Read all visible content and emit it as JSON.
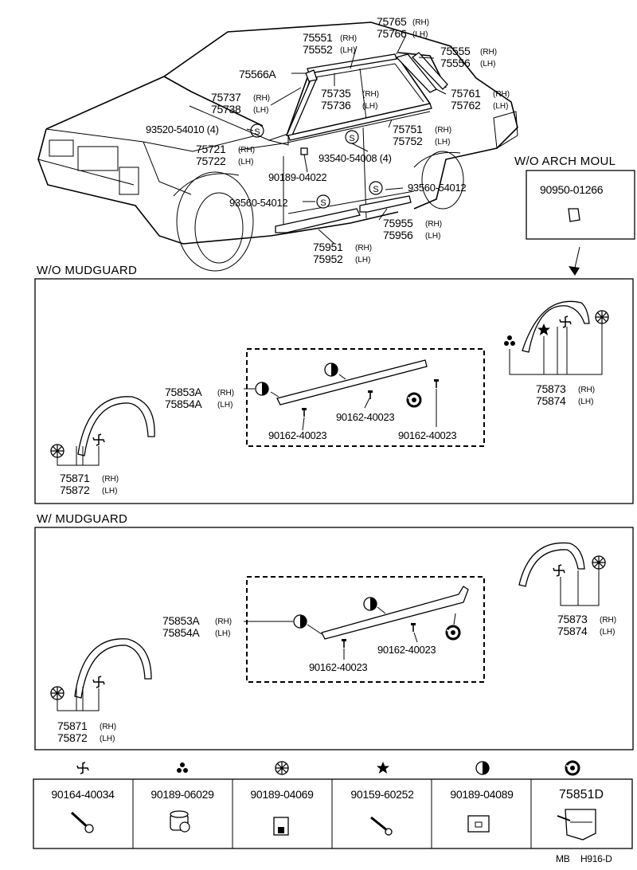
{
  "top": {
    "callouts": [
      {
        "no": "75765",
        "side": "(RH)"
      },
      {
        "no": "75766",
        "side": "(LH)"
      },
      {
        "no": "75551",
        "side": "(RH)"
      },
      {
        "no": "75552",
        "side": "(LH)"
      },
      {
        "no": "75555",
        "side": "(RH)"
      },
      {
        "no": "75556",
        "side": "(LH)"
      },
      {
        "no": "75566A",
        "side": ""
      },
      {
        "no": "75761",
        "side": "(RH)"
      },
      {
        "no": "75762",
        "side": "(LH)"
      },
      {
        "no": "75737",
        "side": "(RH)"
      },
      {
        "no": "75738",
        "side": "(LH)"
      },
      {
        "no": "75735",
        "side": "(RH)"
      },
      {
        "no": "75736",
        "side": "(LH)"
      },
      {
        "no": "93520-54010 (4)",
        "side": ""
      },
      {
        "no": "75751",
        "side": "(RH)"
      },
      {
        "no": "75752",
        "side": "(LH)"
      },
      {
        "no": "75721",
        "side": "(RH)"
      },
      {
        "no": "75722",
        "side": "(LH)"
      },
      {
        "no": "93540-54008 (4)",
        "side": ""
      },
      {
        "no": "90189-04022",
        "side": ""
      },
      {
        "no": "93560-54012",
        "side": ""
      },
      {
        "no": "93560-54012",
        "side": ""
      },
      {
        "no": "75955",
        "side": "(RH)"
      },
      {
        "no": "75956",
        "side": "(LH)"
      },
      {
        "no": "75951",
        "side": "(RH)"
      },
      {
        "no": "75952",
        "side": "(LH)"
      }
    ],
    "clip_marker": "S"
  },
  "arch_box": {
    "title": "W/O ARCH  MOUL",
    "part_no": "90950-01266"
  },
  "section1": {
    "title": "W/O MUDGUARD",
    "callouts": [
      {
        "no": "75853A",
        "side": "(RH)"
      },
      {
        "no": "75854A",
        "side": "(LH)"
      },
      {
        "no": "90162-40023",
        "side": ""
      },
      {
        "no": "90162-40023",
        "side": ""
      },
      {
        "no": "90162-40023",
        "side": ""
      },
      {
        "no": "75873",
        "side": "(RH)"
      },
      {
        "no": "75874",
        "side": "(LH)"
      },
      {
        "no": "75871",
        "side": "(RH)"
      },
      {
        "no": "75872",
        "side": "(LH)"
      }
    ]
  },
  "section2": {
    "title": "W/ MUDGUARD",
    "callouts": [
      {
        "no": "75853A",
        "side": "(RH)"
      },
      {
        "no": "75854A",
        "side": "(LH)"
      },
      {
        "no": "90162-40023",
        "side": ""
      },
      {
        "no": "90162-40023",
        "side": ""
      },
      {
        "no": "75873",
        "side": "(RH)"
      },
      {
        "no": "75874",
        "side": "(LH)"
      },
      {
        "no": "75871",
        "side": "(RH)"
      },
      {
        "no": "75872",
        "side": "(LH)"
      }
    ]
  },
  "legend": [
    {
      "symbol": "pinwheel-icon",
      "part_no": "90164-40034"
    },
    {
      "symbol": "three-dot-icon",
      "part_no": "90189-06029"
    },
    {
      "symbol": "snowflake-icon",
      "part_no": "90189-04069"
    },
    {
      "symbol": "star-icon",
      "part_no": "90159-60252"
    },
    {
      "symbol": "half-circle-icon",
      "part_no": "90189-04089"
    },
    {
      "symbol": "ring-icon",
      "part_no": "75851D"
    }
  ],
  "footer": {
    "code1": "MB",
    "code2": "H916-D"
  }
}
